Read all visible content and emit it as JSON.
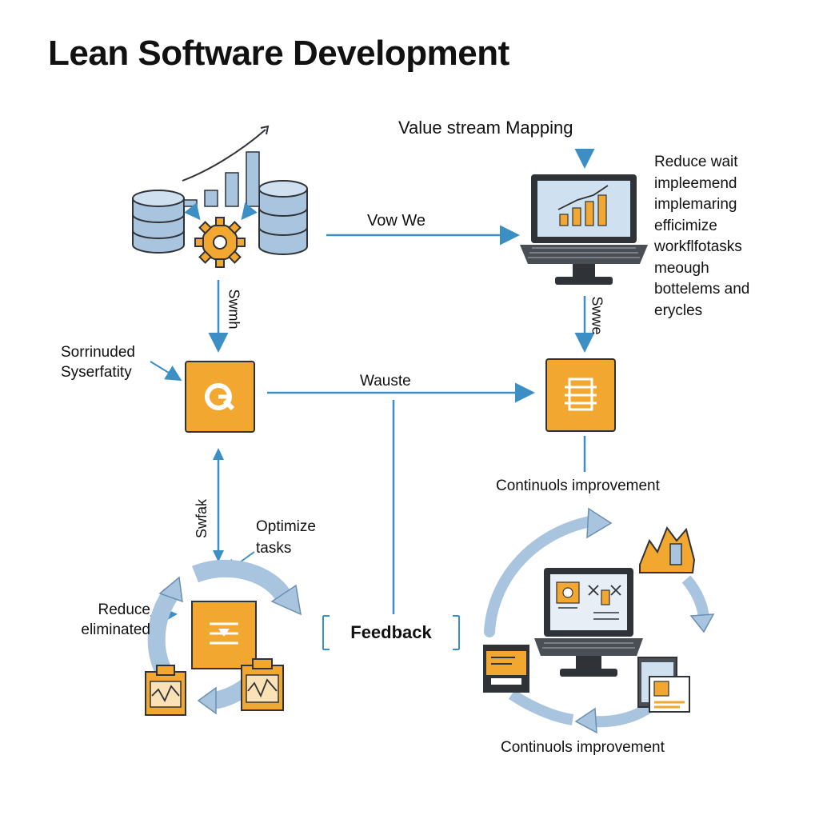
{
  "title": "Lean Software Development",
  "labels": {
    "value_stream_mapping": "Value stream Mapping",
    "reduce_wait_notes": "Reduce wait\nimpleemend\nimplemaring\nefficimize\nworkflfotasks\nmeough\nbottelems and\nerycles",
    "vow_we": "Vow We",
    "swmh": "Swmh",
    "swwe": "Swwe",
    "sorrinuded": "Sorrinuded\nSyserfatity",
    "wauste": "Wauste",
    "continuous_improvement_mid": "Continuols improvement",
    "swfak": "Swfak",
    "optimize_tasks": "Optimize\ntasks",
    "reduce_eliminated": "Reduce\neliminated",
    "feedback": "Feedback",
    "continuous_improvement_bottom": "Continuols improvement"
  },
  "colors": {
    "orange": "#f2a730",
    "blue_line": "#3b8fc4",
    "blue_fill": "#a9c4de",
    "dark": "#2f3338",
    "screen": "#cfe0f0"
  },
  "icons": [
    "database-icon",
    "gear-icon",
    "bar-chart-icon",
    "laptop-icon",
    "cycle-arrows-icon",
    "clipboard-icon",
    "search-icon",
    "document-icon",
    "factory-icon",
    "browser-window-icon"
  ]
}
